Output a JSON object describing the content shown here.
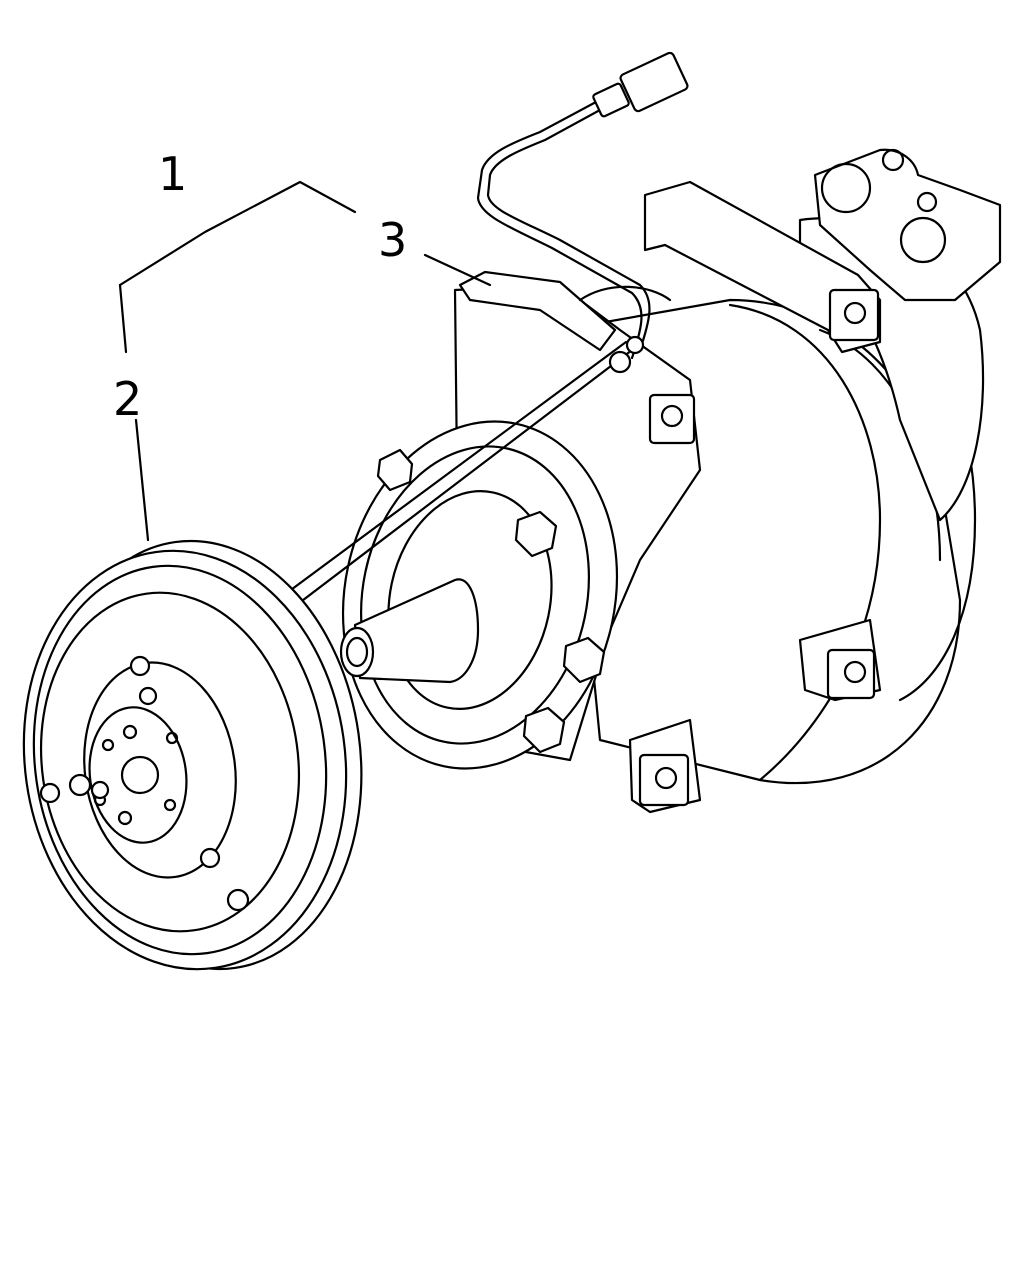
{
  "diagram": {
    "callouts": [
      {
        "id": "part-1",
        "label": "1"
      },
      {
        "id": "part-2",
        "label": "2"
      },
      {
        "id": "part-3",
        "label": "3"
      }
    ],
    "colors": {
      "ink": "#000000",
      "paper": "#ffffff"
    }
  }
}
